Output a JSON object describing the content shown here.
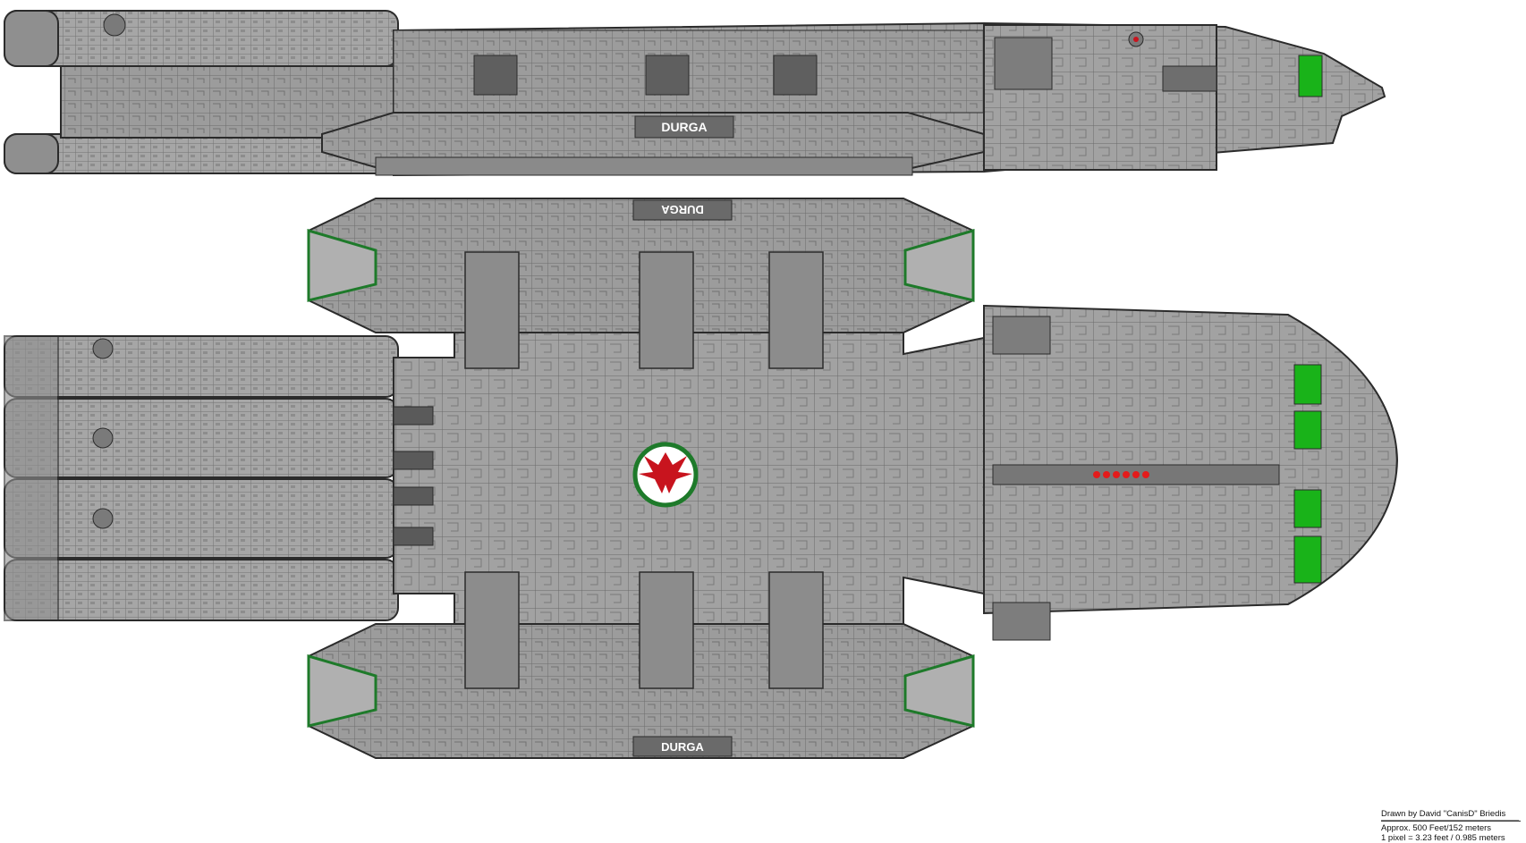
{
  "ship": {
    "name_side": "DURGA",
    "name_top": "DURGA",
    "name_top_inverted": "DURGA",
    "name_bottom": "DURGA"
  },
  "credits": {
    "author": "Drawn by David \"CanisD\" Briedis",
    "length": "Approx. 500 Feet/152 meters",
    "scale": "1 pixel = 3.23 feet / 0.985 meters"
  },
  "colors": {
    "hull": "#9a9a9a",
    "hull_light": "#b4b4b4",
    "hull_dark": "#7c7c7c",
    "panel_line": "#555555",
    "outline": "#2b2b2b",
    "flight_deck_green": "#19b319",
    "emblem_red": "#c8141e",
    "emblem_ring": "#1e7a2a"
  }
}
